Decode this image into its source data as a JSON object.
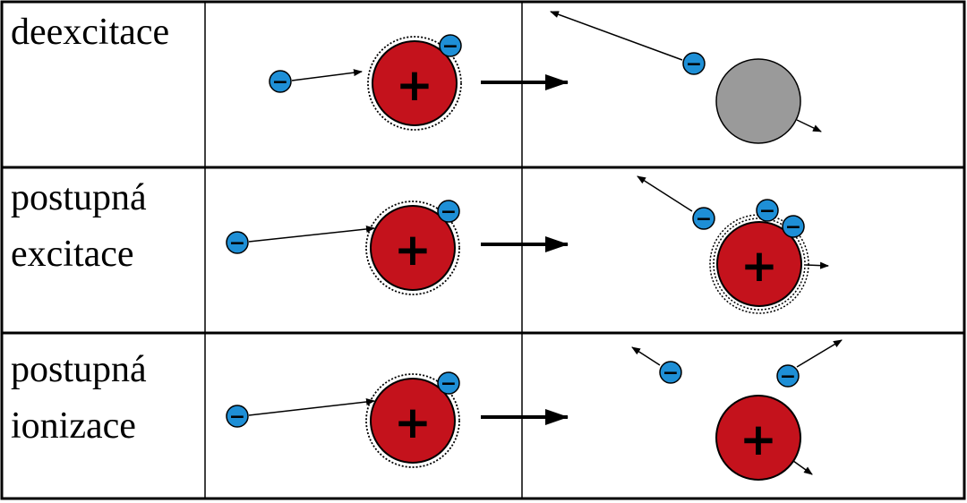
{
  "colors": {
    "ion": "#c4121c",
    "ion_stroke": "#000000",
    "electron": "#1e8fd6",
    "neutral_atom": "#9a9a9a",
    "line": "#000000"
  },
  "rows": [
    {
      "label": "deexcitace",
      "before": {
        "ion_sign": "+",
        "electron_sign": "−",
        "bound_electrons": 1
      },
      "after": {
        "atom": "neutral",
        "electrons": 1
      }
    },
    {
      "label": "postupná\nexcitace",
      "before": {
        "ion_sign": "+",
        "electron_sign": "−",
        "bound_electrons": 1
      },
      "after": {
        "atom": "ion",
        "ion_sign": "+",
        "electrons": 3
      }
    },
    {
      "label": "postupná\nionizace",
      "before": {
        "ion_sign": "+",
        "electron_sign": "−",
        "bound_electrons": 1
      },
      "after": {
        "atom": "ion",
        "ion_sign": "+",
        "electrons": 2
      }
    }
  ]
}
